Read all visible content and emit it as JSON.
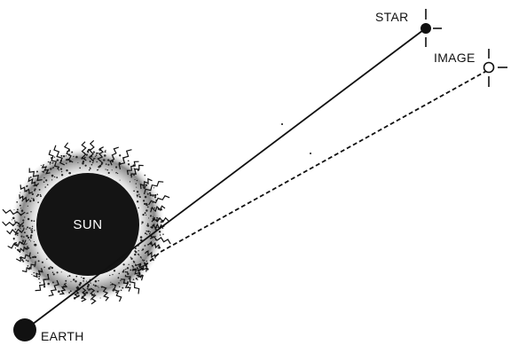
{
  "diagram": {
    "labels": {
      "sun": "SUN",
      "earth": "EARTH",
      "star": "STAR",
      "image": "IMAGE"
    },
    "colors": {
      "ink": "#111111",
      "sun_fill": "#141414",
      "background": "#ffffff"
    },
    "elements": {
      "true_light_path": "solid",
      "apparent_light_path": "dashed"
    }
  }
}
